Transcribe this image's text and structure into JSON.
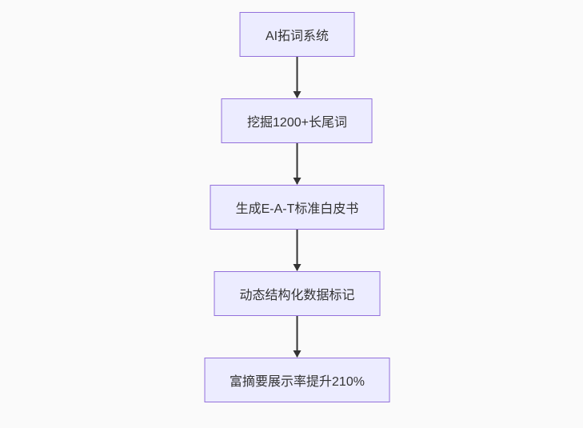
{
  "diagram": {
    "type": "flowchart",
    "direction": "top-down",
    "nodes": [
      {
        "id": "1",
        "label": "AI拓词系统"
      },
      {
        "id": "2",
        "label": "挖掘1200+长尾词"
      },
      {
        "id": "3",
        "label": "生成E-A-T标准白皮书"
      },
      {
        "id": "4",
        "label": "动态结构化数据标记"
      },
      {
        "id": "5",
        "label": "富摘要展示率提升210%"
      }
    ],
    "edges": [
      {
        "from": "1",
        "to": "2"
      },
      {
        "from": "2",
        "to": "3"
      },
      {
        "from": "3",
        "to": "4"
      },
      {
        "from": "4",
        "to": "5"
      }
    ],
    "colors": {
      "background": "#fafafa",
      "node_fill": "#ECECFF",
      "node_border": "#9370DB",
      "text": "#333333",
      "arrow": "#333333"
    }
  }
}
